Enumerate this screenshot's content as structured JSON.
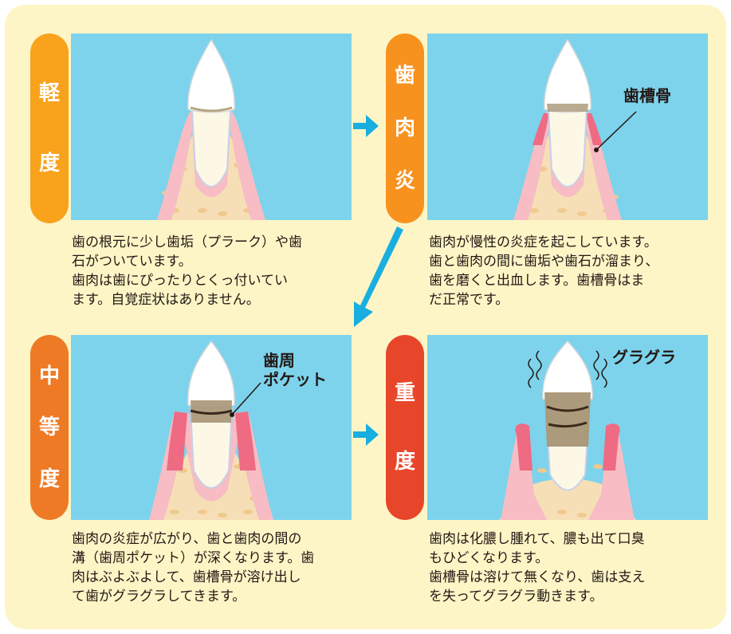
{
  "stages": [
    {
      "id": "mild",
      "label_chars": [
        "軽",
        "度"
      ],
      "label_color": "#f9a21b",
      "description": "歯の根元に少し歯垢（プラーク）や歯\n石がついています。\n歯肉は歯にぴったりとくっ付いてい\nます。自覚症状はありません。"
    },
    {
      "id": "gingivitis",
      "label_chars": [
        "歯",
        "肉",
        "炎"
      ],
      "label_color": "#f7921e",
      "callout": "歯槽骨",
      "description": "歯肉が慢性の炎症を起こしています。\n歯と歯肉の間に歯垢や歯石が溜まり、\n歯を磨くと出血します。歯槽骨はま\nだ正常です。"
    },
    {
      "id": "moderate",
      "label_chars": [
        "中",
        "等",
        "度"
      ],
      "label_color": "#ef7a25",
      "callout": "歯周\nポケット",
      "description": "歯肉の炎症が広がり、歯と歯肉の間の\n溝（歯周ポケット）が深くなります。歯\n肉はぶよぶよして、歯槽骨が溶け出し\nて歯がグラグラしてきます。"
    },
    {
      "id": "severe",
      "label_chars": [
        "重",
        "度"
      ],
      "label_color": "#e8462a",
      "callout": "グラグラ",
      "description": "歯肉は化膿し腫れて、膿も出て口臭\nもひどくなります。\n歯槽骨は溶けて無くなり、歯は支え\nを失ってグラグラ動きます。"
    }
  ],
  "colors": {
    "panel_sky": "#7dd3ec",
    "frame_bg": "#fdf5c6",
    "arrow": "#19aee0",
    "bone": "#f6dfb6",
    "bone_spot": "#efc98e",
    "gum": "#f7bcc4",
    "gum_inflamed": "#ee6b83",
    "tooth": "#ffffff",
    "dentin": "#fdf8e6",
    "calculus": "#a89576"
  }
}
